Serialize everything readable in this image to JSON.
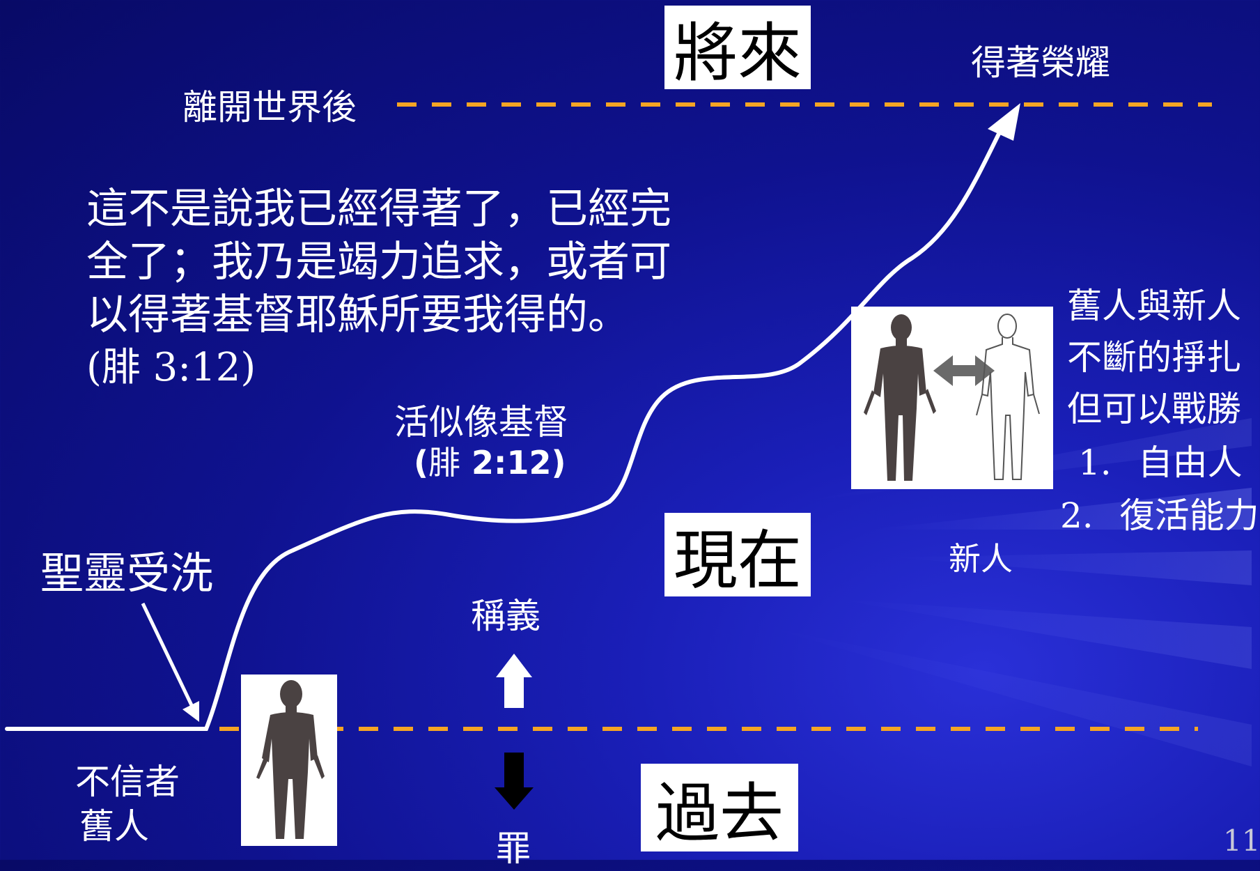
{
  "colors": {
    "background": "#0f128f",
    "dashed_line": "#f5a524",
    "curve": "#ffffff",
    "box_bg": "#ffffff",
    "box_text": "#000000"
  },
  "levels": {
    "future": "將來",
    "present": "現在",
    "past": "過去"
  },
  "future_line": {
    "left_label": "離開世界後",
    "right_label": "得著榮耀"
  },
  "quote": {
    "lines": [
      "這不是說我已經得著了，已經完",
      "全了；我乃是竭力追求，或者可",
      "以得著基督耶穌所要我得的。"
    ],
    "reference": "(腓 3:12)"
  },
  "christlike": {
    "label": "活似像基督",
    "reference_prefix": "(",
    "reference_book": "腓",
    "reference_verse": " 2:12)"
  },
  "baptism": {
    "label": "聖靈受洗"
  },
  "unbeliever": {
    "line1": "不信者",
    "line2": "舊人"
  },
  "justification": {
    "label": "稱義",
    "arrow": "up-arrow-icon"
  },
  "sin": {
    "label": "罪",
    "arrow": "down-arrow-icon"
  },
  "new_man": {
    "label": "新人"
  },
  "struggle": {
    "lines": [
      "舊人與新人",
      "不斷的掙扎",
      "但可以戰勝"
    ],
    "items": [
      {
        "number": "1.",
        "text": "自由人"
      },
      {
        "number": "2.",
        "text": "復活能力"
      }
    ]
  },
  "page_number": "11"
}
